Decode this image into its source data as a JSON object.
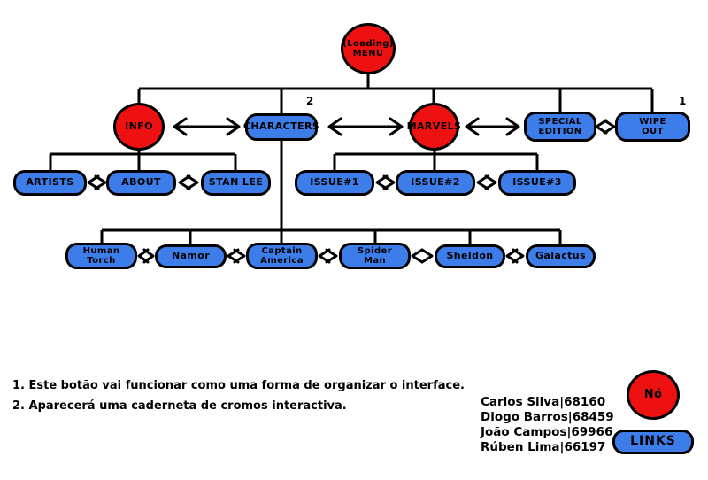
{
  "palette": {
    "node_fill": "#ee1111",
    "link_fill": "#3c7de9",
    "stroke": "#000000"
  },
  "nodes": {
    "menu": "(Loading)\nMENU",
    "info": "INFO",
    "characters": "CHARACTERS",
    "marvels": "MARVELS",
    "special_edition": "SPECIAL\nEDITION",
    "wipe_out": "WIPE\nOUT",
    "artists": "ARTISTS",
    "about": "ABOUT",
    "stan_lee": "STAN LEE",
    "issue1": "ISSUE#1",
    "issue2": "ISSUE#2",
    "issue3": "ISSUE#3",
    "human_torch": "Human\nTorch",
    "namor": "Namor",
    "captain_america": "Captain\nAmerica",
    "spider_man": "Spider\nMan",
    "sheldon": "Sheldon",
    "galactus": "Galactus"
  },
  "annotations": {
    "characters_ref": "2",
    "wipe_out_ref": "1"
  },
  "notes": {
    "item1": "1. Este botão vai funcionar como uma forma de organizar o interface.",
    "item2": "2. Aparecerá uma caderneta de cromos interactiva."
  },
  "credits": [
    "Carlos Silva|68160",
    "Diogo Barros|68459",
    "João Campos|69966",
    "Rúben Lima|66197"
  ],
  "legend": {
    "node_label": "Nó",
    "links_label": "LINKS"
  }
}
